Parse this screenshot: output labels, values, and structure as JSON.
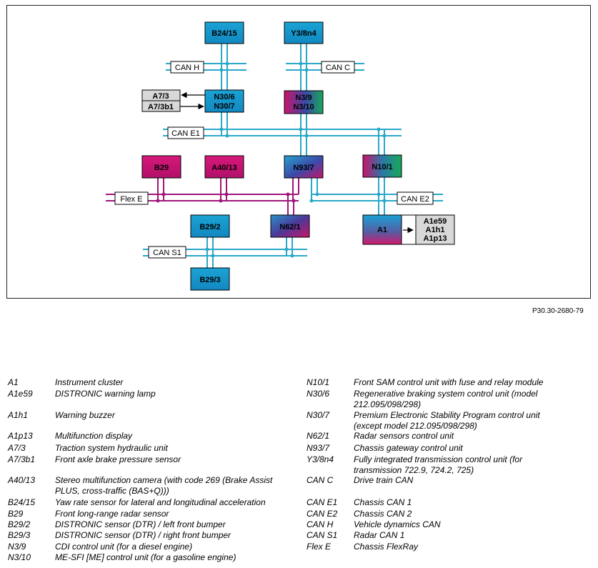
{
  "nodes": {
    "b24_15": "B24/15",
    "y3_8n4": "Y3/8n4",
    "n30_6": "N30/6",
    "n30_7": "N30/7",
    "n3_9": "N3/9",
    "n3_10": "N3/10",
    "a7_3": "A7/3",
    "a7_3b1": "A7/3b1",
    "b29": "B29",
    "a40_13": "A40/13",
    "n93_7": "N93/7",
    "n10_1": "N10/1",
    "b29_2": "B29/2",
    "n62_1": "N62/1",
    "a1": "A1",
    "a1e59": "A1e59",
    "a1h1": "A1h1",
    "a1p13": "A1p13",
    "b29_3": "B29/3"
  },
  "buses": {
    "can_h": "CAN H",
    "can_c": "CAN C",
    "can_e1": "CAN E1",
    "flex_e": "Flex E",
    "can_e2": "CAN E2",
    "can_s1": "CAN S1"
  },
  "colors": {
    "bus_cyan": "#2aa8c8",
    "bus_magenta": "#a0157a",
    "node_blue": "#1a9ad0",
    "node_magenta": "#c8146a",
    "node_green": "#1aa058",
    "node_purple": "#3a4aa8"
  },
  "reference_code": "P30.30-2680-79",
  "legend_left": [
    {
      "code": "A1",
      "desc": "Instrument cluster"
    },
    {
      "code": "A1e59",
      "desc": "DISTRONIC warning lamp"
    },
    {
      "code": "A1h1",
      "desc": "Warning buzzer"
    },
    {
      "code": "A1p13",
      "desc": "Multifunction display"
    },
    {
      "code": "A7/3",
      "desc": "Traction system hydraulic unit"
    },
    {
      "code": "A7/3b1",
      "desc": "Front axle brake pressure sensor"
    },
    {
      "code": "A40/13",
      "desc": "Stereo multifunction camera (with code 269 (Brake Assist PLUS, cross-traffic (BAS+Q)))"
    },
    {
      "code": "B24/15",
      "desc": "Yaw rate sensor for lateral and longitudinal acceleration"
    },
    {
      "code": "B29",
      "desc": "Front long-range radar sensor"
    },
    {
      "code": "B29/2",
      "desc": "DISTRONIC sensor (DTR) / left front bumper"
    },
    {
      "code": "B29/3",
      "desc": "DISTRONIC sensor (DTR) / right front bumper"
    },
    {
      "code": "N3/9",
      "desc": "CDI control unit (for a diesel engine)"
    },
    {
      "code": "N3/10",
      "desc": "ME-SFI [ME] control unit (for a gasoline engine)"
    }
  ],
  "legend_right": [
    {
      "code": "N10/1",
      "desc": "Front SAM control unit with fuse and relay module"
    },
    {
      "code": "N30/6",
      "desc": "Regenerative braking system control unit (model 212.095/098/298)"
    },
    {
      "code": "N30/7",
      "desc": "Premium Electronic Stability Program control unit (except model 212.095/098/298)"
    },
    {
      "code": "N62/1",
      "desc": "Radar sensors control unit"
    },
    {
      "code": "N93/7",
      "desc": "Chassis gateway control unit"
    },
    {
      "code": "Y3/8n4",
      "desc": "Fully integrated transmission control unit (for transmission 722.9, 724.2, 725)"
    },
    {
      "code": "CAN C",
      "desc": "Drive train CAN"
    },
    {
      "code": "CAN E1",
      "desc": "Chassis CAN 1"
    },
    {
      "code": "CAN E2",
      "desc": "Chassis CAN 2"
    },
    {
      "code": "CAN H",
      "desc": "Vehicle dynamics CAN"
    },
    {
      "code": "CAN S1",
      "desc": "Radar CAN 1"
    },
    {
      "code": "Flex E",
      "desc": "Chassis FlexRay"
    }
  ]
}
